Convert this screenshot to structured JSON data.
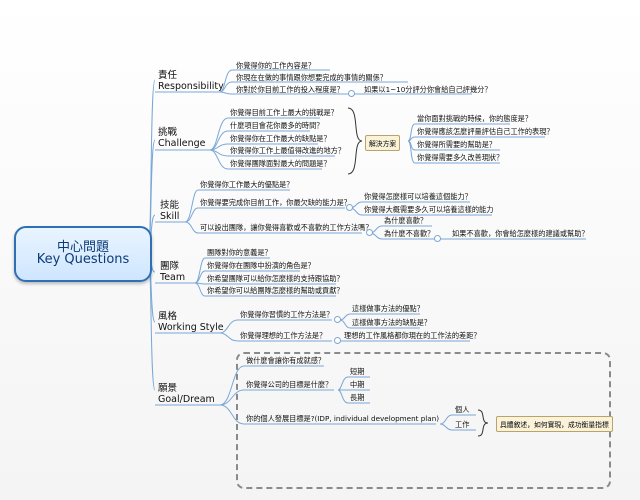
{
  "root": {
    "line1": "中心問題",
    "line2": "Key Questions"
  },
  "branches": {
    "responsibility": {
      "zh": "責任",
      "en": "Responsibility",
      "items": [
        "你覺得你的工作內容是？",
        "你現在在做的事情跟你想要完成的事情的關係？",
        "你對於你目前工作的投入程度是？"
      ],
      "sub": "如果以1~10分評分你會給自己評幾分？"
    },
    "challenge": {
      "zh": "挑戰",
      "en": "Challenge",
      "items": [
        "你覺得目前工作上最大的挑戰是？",
        "什麼項目會花你最多的時間？",
        "你覺得你在工作最大的缺點是？",
        "你覺得你工作上最值得改進的地方？",
        "你覺得團隊面對最大的問題是？"
      ],
      "callout": "解決方案",
      "subs": [
        "當你面對挑戰的時候，你的態度是？",
        "你覺得應該怎麼評量評估自己工作的表現？",
        "你覺得所需要的幫助是？",
        "你覺得需要多久改善現狀？"
      ]
    },
    "skill": {
      "zh": "技能",
      "en": "Skill",
      "items": [
        "你覺得你工作最大的優點是？",
        "你覺得要完成你目前工作，你最欠缺的能力是？",
        "可以設出團隊，讓你覺得喜歡或不喜歡的工作方法嗎？"
      ],
      "sub1": [
        "你覺得怎麼樣可以培養這個能力？",
        "你覺得大概需要多久可以培養這樣的能力"
      ],
      "sub2": [
        "為什麼喜歡？",
        "為什麼不喜歡？"
      ],
      "sub3": "如果不喜歡，你會給怎麼樣的建議或幫助？"
    },
    "team": {
      "zh": "團隊",
      "en": "Team",
      "items": [
        "團隊對你的意義是？",
        "你覺得你在團隊中扮演的角色是？",
        "你希望團隊可以給你怎麼樣的支持跟協助？",
        "你希望你可以給團隊怎麼樣的幫助或貢獻？"
      ]
    },
    "style": {
      "zh": "風格",
      "en": "Working Style",
      "items": [
        "你覺得你習慣的工作方法是？",
        "你覺得理想的工作方法是？"
      ],
      "sub1": [
        "這樣做事方法的優點？",
        "這樣做事方法的缺點是？"
      ],
      "sub2": "理想的工作風格都你現在的工作法的差距？"
    },
    "dream": {
      "zh": "願景",
      "en": "Goal/Dream",
      "items": [
        "做什麼會讓你有成就感？",
        "你覺得公司的目標是什麼？",
        "你的個人發展目標是?(IDP, individual development plan)"
      ],
      "terms": [
        "短期",
        "中期",
        "長期"
      ],
      "idp": [
        "個人",
        "工作"
      ],
      "callout": "具體敘述，如何實現，成功衡量指標"
    }
  },
  "colors": {
    "link": "#7aa7d6",
    "root_border": "#2f6fb3",
    "callout_bg": "#fbf3d9"
  }
}
